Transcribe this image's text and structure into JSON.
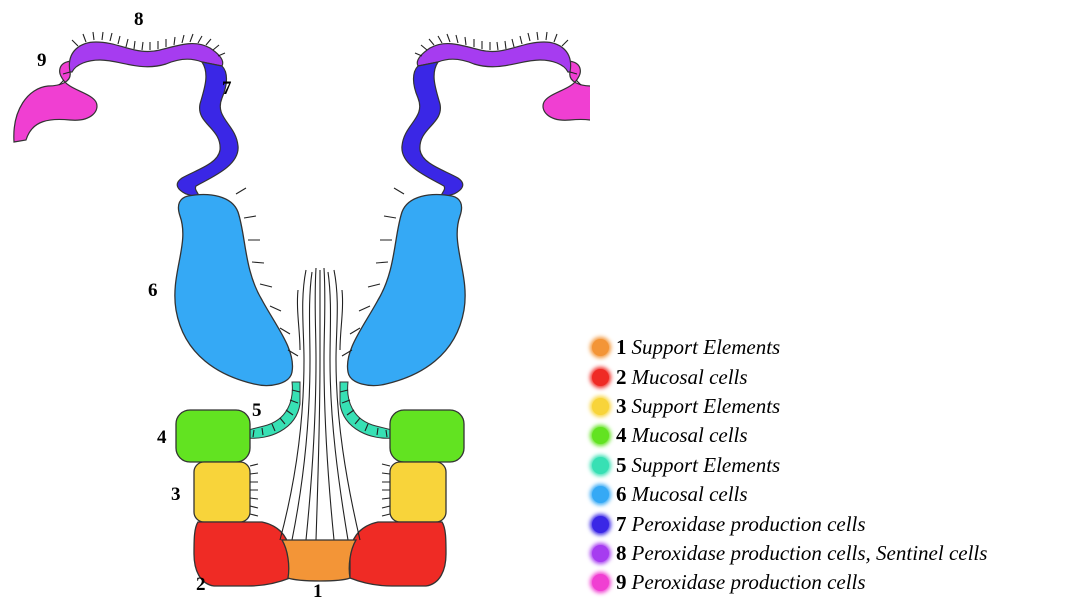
{
  "colors": {
    "1": "#f39537",
    "2": "#ef2b25",
    "3": "#f8d43a",
    "4": "#62e321",
    "5": "#37e0b4",
    "6": "#35a9f5",
    "7": "#3a27e6",
    "8": "#a63cf0",
    "9": "#f03fd2"
  },
  "diagram_labels": [
    "1",
    "2",
    "3",
    "4",
    "5",
    "6",
    "7",
    "8",
    "9"
  ],
  "legend": [
    {
      "num": "1",
      "text": "Support Elements",
      "color": "#f39537"
    },
    {
      "num": "2",
      "text": "Mucosal cells",
      "color": "#ef2b25"
    },
    {
      "num": "3",
      "text": "Support Elements",
      "color": "#f8d43a"
    },
    {
      "num": "4",
      "text": "Mucosal cells",
      "color": "#62e321"
    },
    {
      "num": "5",
      "text": "Support Elements",
      "color": "#37e0b4"
    },
    {
      "num": "6",
      "text": "Mucosal cells",
      "color": "#35a9f5"
    },
    {
      "num": "7",
      "text": "Peroxidase production cells",
      "color": "#3a27e6"
    },
    {
      "num": "8",
      "text": "Peroxidase production cells, Sentinel cells",
      "color": "#a63cf0"
    },
    {
      "num": "9",
      "text": "Peroxidase production cells",
      "color": "#f03fd2"
    }
  ]
}
